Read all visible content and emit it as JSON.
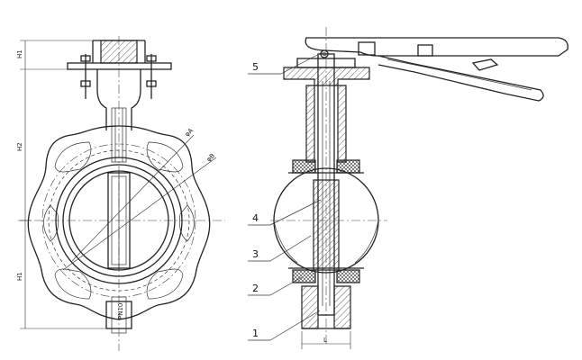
{
  "front_view": {
    "dims": {
      "h1_top": "H1",
      "h2": "H2",
      "h1_bottom": "H1"
    },
    "diameters": {
      "d1": "φA",
      "d2": "φB"
    },
    "body_mark": "PN10"
  },
  "side_view": {
    "parts": [
      {
        "number": "1"
      },
      {
        "number": "2"
      },
      {
        "number": "3"
      },
      {
        "number": "4"
      },
      {
        "number": "5"
      }
    ],
    "width_dim": "L"
  }
}
